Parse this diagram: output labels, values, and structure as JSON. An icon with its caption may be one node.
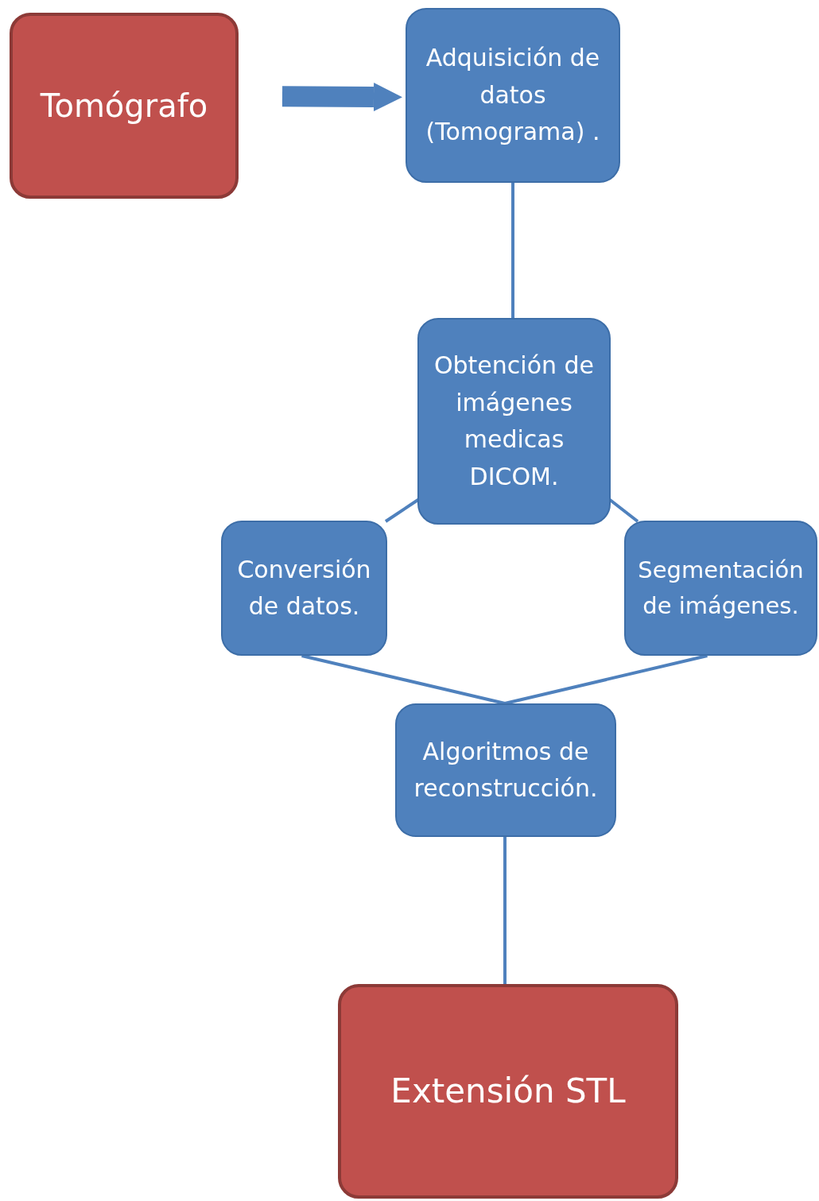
{
  "diagram": {
    "nodes": [
      {
        "text": [
          "Tomógrafo"
        ]
      },
      {
        "text": [
          "Adquisición de datos (Tomograma) ."
        ]
      },
      {
        "text": [
          "Obtención de imágenes medicas DICOM."
        ]
      },
      {
        "text": [
          "Conversión de datos."
        ]
      },
      {
        "text": [
          "Segmentación de imágenes."
        ]
      },
      {
        "text": [
          "Algoritmos de reconstrucción."
        ]
      },
      {
        "text": [
          "Extensión STL"
        ]
      }
    ],
    "edges": [
      {
        "from": 0,
        "to": 1,
        "arrow": "to",
        "style": "thick"
      },
      {
        "from": 1,
        "to": 2,
        "arrow": "none"
      },
      {
        "from": 2,
        "to": 3,
        "arrow": "none"
      },
      {
        "from": 2,
        "to": 4,
        "arrow": "none"
      },
      {
        "from": 3,
        "to": 5,
        "arrow": "none"
      },
      {
        "from": 4,
        "to": 5,
        "arrow": "none"
      },
      {
        "from": 5,
        "to": 6,
        "arrow": "none"
      }
    ]
  }
}
